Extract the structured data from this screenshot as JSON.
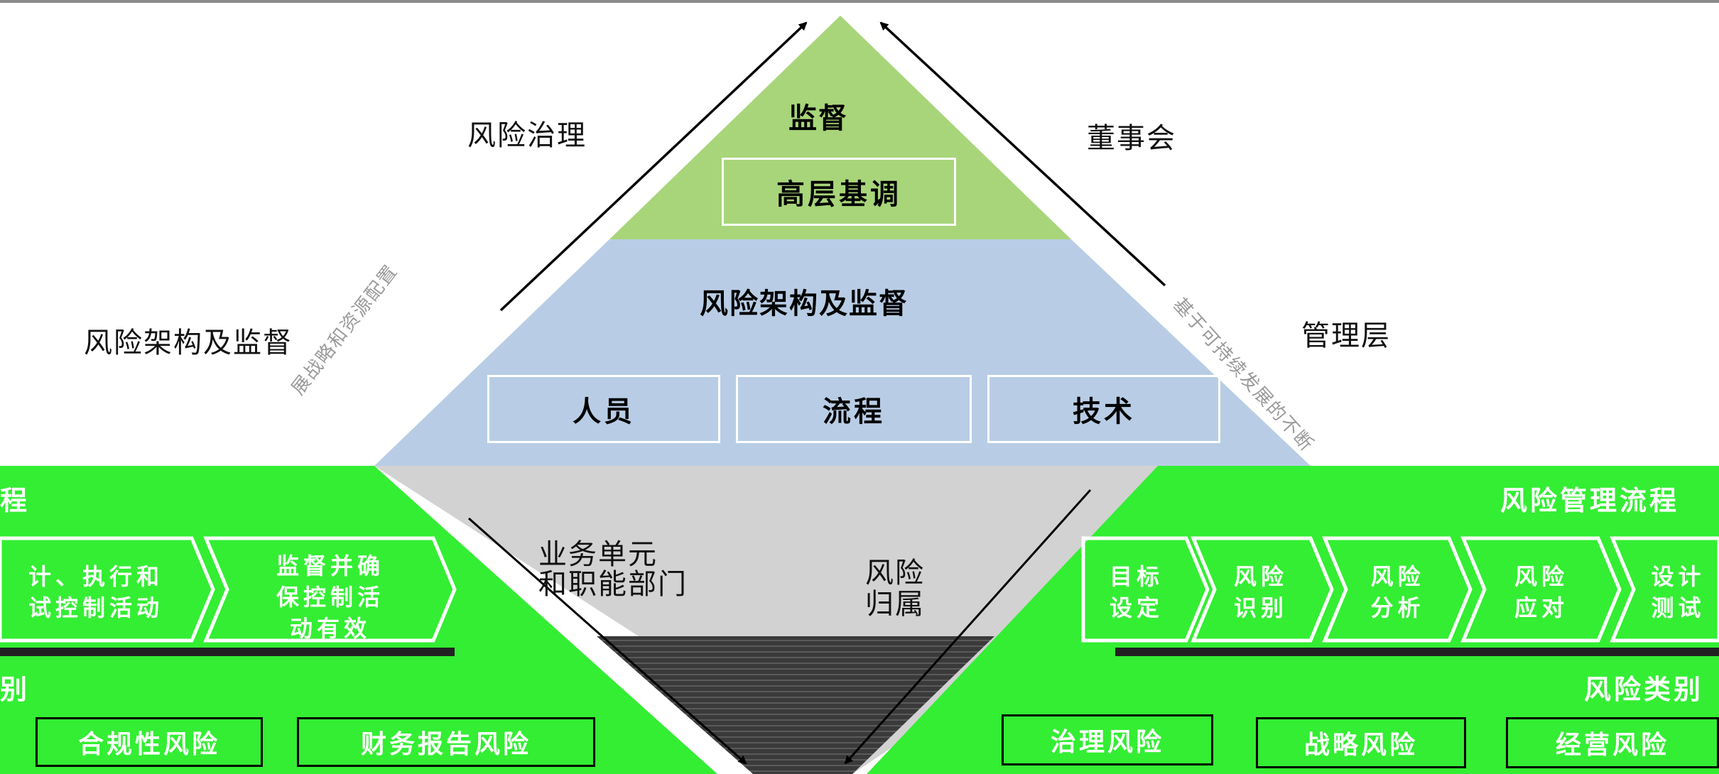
{
  "pyramid": {
    "top_label": "监督",
    "tone_box": "高层基调",
    "middle_label": "风险架构及监督",
    "pillars": [
      "人员",
      "流程",
      "技术"
    ],
    "inverted": {
      "left_text_line1": "业务单元",
      "left_text_line2": "和职能部门",
      "right_text_line1": "风险",
      "right_text_line2": "归属"
    }
  },
  "side_labels": {
    "risk_governance": "风险治理",
    "board": "董事会",
    "risk_structure": "风险架构及监督",
    "management": "管理层"
  },
  "diagonal_texts": {
    "left": "展战略和资源配置",
    "right": "基于可持续发展的不断"
  },
  "left_panel": {
    "title": "程",
    "steps": [
      {
        "line1": "计、执行和",
        "line2": "试控制活动"
      },
      {
        "line1": "监督并确",
        "line2": "保控制活",
        "line3": "动有效"
      }
    ],
    "subtitle": "别",
    "risks": [
      "合规性风险",
      "财务报告风险"
    ]
  },
  "right_panel": {
    "title": "风险管理流程",
    "steps": [
      {
        "line1": "目标",
        "line2": "设定"
      },
      {
        "line1": "风险",
        "line2": "识别"
      },
      {
        "line1": "风险",
        "line2": "分析"
      },
      {
        "line1": "风险",
        "line2": "应对"
      },
      {
        "line1": "设计",
        "line2": "测试"
      }
    ],
    "subtitle": "风险类别",
    "risks": [
      "治理风险",
      "战略风险",
      "经营风险"
    ]
  },
  "colors": {
    "pyramid_top": "#a8d57a",
    "pyramid_middle": "#b8cde5",
    "pyramid_bottom": "#d2d2d2",
    "panel_green": "#33ee33",
    "dark_tip": "#3a3a3a",
    "arrow": "#000000"
  }
}
